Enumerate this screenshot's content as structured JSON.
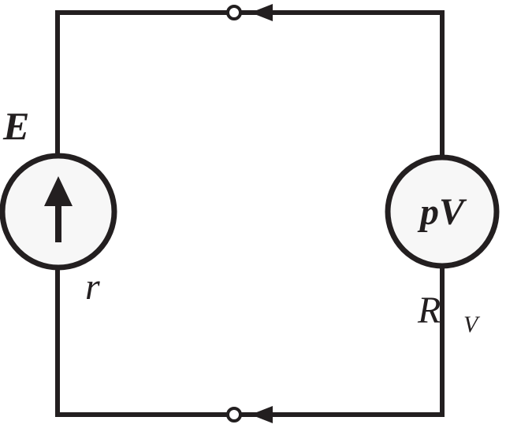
{
  "colors": {
    "stroke": "#231f20",
    "background": "#ffffff",
    "source_fill": "#f7f7f7",
    "voltmeter_fill": "#f7f7f7",
    "terminal_fill": "#ffffff"
  },
  "labels": {
    "emf": "E",
    "internal_resistance": "r",
    "voltmeter_symbol": "pV",
    "voltmeter_resistance_main": "R",
    "voltmeter_resistance_sub": "V"
  },
  "icons": {
    "source_arrow": "up-arrow-icon",
    "current_arrow": "left-arrow-icon"
  }
}
